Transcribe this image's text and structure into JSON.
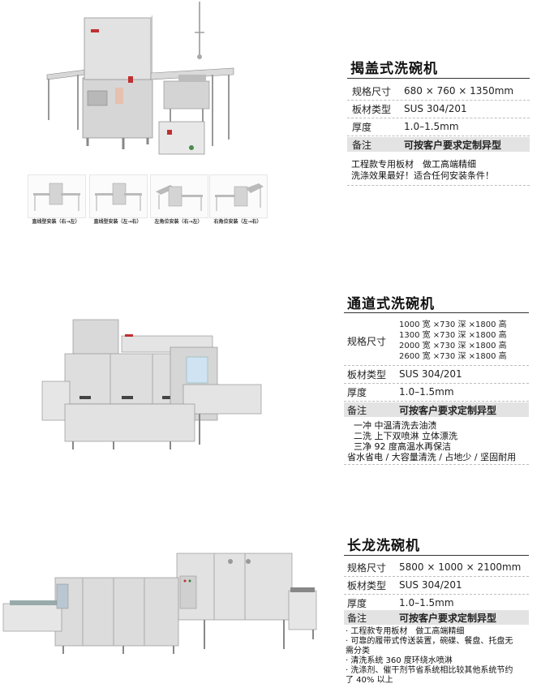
{
  "products": [
    {
      "title": "揭盖式洗碗机",
      "rows": [
        {
          "key": "规格尺寸",
          "value": "680 × 760 × 1350mm"
        },
        {
          "key": "板材类型",
          "value": "SUS 304/201"
        },
        {
          "key": "厚度",
          "value": "1.0–1.5mm"
        },
        {
          "key": "备注",
          "value": "可按客户要求定制异型"
        }
      ],
      "desc": [
        "工程款专用板材　做工高端精细",
        "洗涤效果最好！适合任何安装条件！"
      ],
      "thumb_captions": [
        "直线型安装（右→左）",
        "直线型安装（左→右）",
        "左角位安装（右→左）",
        "右角位安装（左→右）"
      ]
    },
    {
      "title": "通道式洗碗机",
      "spec_key": "规格尺寸",
      "spec_lines": [
        "1000 宽 ×730 深 ×1800 高",
        "1300 宽 ×730 深 ×1800 高",
        "2000 宽 ×730 深 ×1800 高",
        "2600 宽 ×730 深 ×1800 高"
      ],
      "rows": [
        {
          "key": "板材类型",
          "value": "SUS 304/201"
        },
        {
          "key": "厚度",
          "value": "1.0–1.5mm"
        },
        {
          "key": "备注",
          "value": "可按客户要求定制异型"
        }
      ],
      "desc": [
        "一冲 中温清洗去油渍",
        "二洗 上下双喷淋 立体漂洗",
        "三净 92 度高温水再保洁",
        "省水省电 / 大容量清洗 / 占地少 / 坚固耐用"
      ]
    },
    {
      "title": "长龙洗碗机",
      "rows": [
        {
          "key": "规格尺寸",
          "value": "5800 × 1000 × 2100mm"
        },
        {
          "key": "板材类型",
          "value": "SUS 304/201"
        },
        {
          "key": "厚度",
          "value": "1.0–1.5mm"
        },
        {
          "key": "备注",
          "value": "可按客户要求定制异型"
        }
      ],
      "desc": [
        "· 工程款专用板材　做工高端精细",
        "· 可靠的履带式传送装置，碗碟、餐盘、托盘无",
        "需分类",
        "· 清洗系统 360 度环绕水喷淋",
        "· 洗涤剂、催干剂节省系统相比较其他系统节约",
        "了 40% 以上"
      ]
    }
  ]
}
